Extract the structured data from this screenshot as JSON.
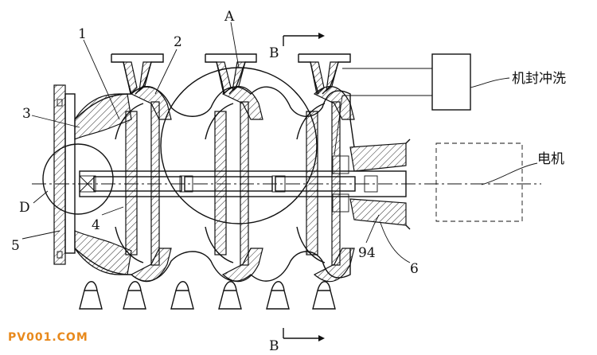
{
  "labels": {
    "part_1": "1",
    "part_2": "2",
    "part_3": "3",
    "part_4": "4",
    "part_5": "5",
    "part_6": "6",
    "part_94": "94",
    "detail_a": "A",
    "detail_d": "D",
    "section_b_top": "B",
    "section_b_bottom": "B",
    "seal_flush": "机封冲洗",
    "motor": "电机"
  },
  "watermark": "PV001.COM",
  "colors": {
    "line": "#111111",
    "watermark": "#e8891c"
  }
}
